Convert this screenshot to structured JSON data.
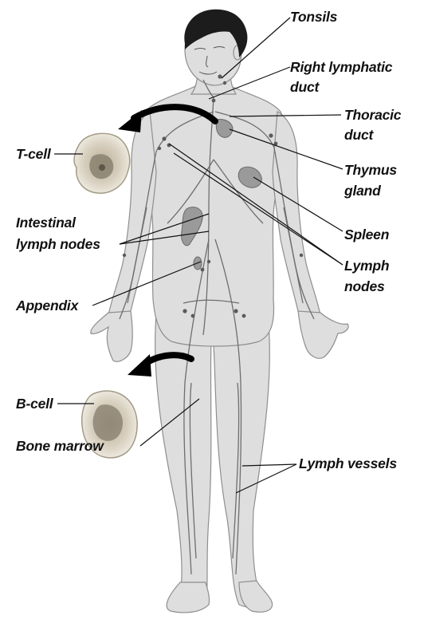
{
  "title": "",
  "labels": {
    "tonsils": "Tonsils",
    "right_lymphatic_duct_line1": "Right lymphatic",
    "right_lymphatic_duct_line2": "duct",
    "thoracic_duct_line1": "Thoracic",
    "thoracic_duct_line2": "duct",
    "thymus_gland_line1": "Thymus",
    "thymus_gland_line2": "gland",
    "spleen": "Spleen",
    "lymph_nodes_line1": "Lymph",
    "lymph_nodes_line2": "nodes",
    "t_cell": "T-cell",
    "intestinal_lymph_nodes_line1": "Intestinal",
    "intestinal_lymph_nodes_line2": "lymph nodes",
    "appendix": "Appendix",
    "b_cell": "B-cell",
    "bone_marrow": "Bone marrow",
    "lymph_vessels": "Lymph vessels"
  },
  "colors": {
    "skin": "#dcdcdc",
    "skin_outline": "#8e8e8e",
    "hair": "#1c1c1c",
    "lymph_vessel": "#6e6e6e",
    "organ": "#9a9a9a",
    "cell_outer": "#e8e4d8",
    "cell_nucleus": "#8a8170",
    "leader_line": "#111111",
    "arrow": "#000000"
  }
}
